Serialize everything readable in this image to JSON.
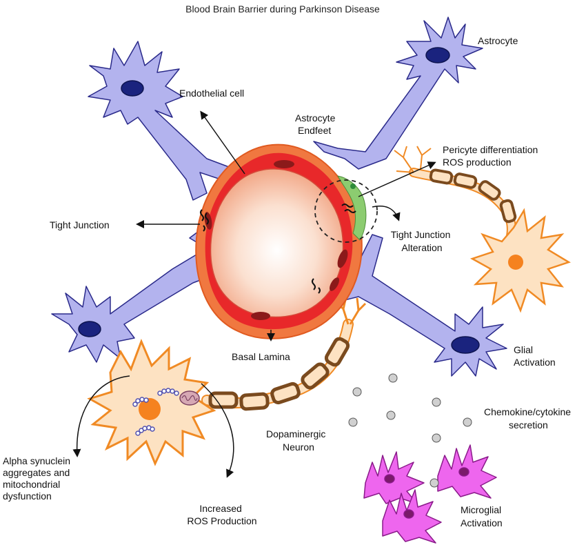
{
  "title": "Blood Brain Barrier during Parkinson Disease",
  "labels": {
    "astrocyte": "Astrocyte",
    "endothelial_cell": "Endothelial cell",
    "astrocyte_endfeet_1": "Astrocyte",
    "astrocyte_endfeet_2": "Endfeet",
    "pericyte_1": "Pericyte differentiation",
    "pericyte_2": "ROS production",
    "tight_junction": "Tight Junction",
    "tj_alteration_1": "Tight Junction",
    "tj_alteration_2": "Alteration",
    "basal_lamina": "Basal Lamina",
    "glial_1": "Glial",
    "glial_2": "Activation",
    "chemokine_1": "Chemokine/cytokine",
    "chemokine_2": "secretion",
    "dopaminergic_1": "Dopaminergic",
    "dopaminergic_2": "Neuron",
    "alpha_1": "Alpha synuclein",
    "alpha_2": "aggregates and",
    "alpha_3": "mitochondrial",
    "alpha_4": "dysfunction",
    "ros_1": "Increased",
    "ros_2": "ROS Production",
    "microglial_1": "Microglial",
    "microglial_2": "Activation"
  },
  "colors": {
    "astrocyte_fill": "#b3b3ee",
    "astrocyte_nucleus": "#1a237e",
    "vessel_outer": "#f07840",
    "vessel_red": "#e8282a",
    "vessel_lumen": "#fbd8c6",
    "nucleus_dark": "#8b1a1a",
    "neuron_fill": "#fde2c2",
    "neuron_stroke": "#f08a24",
    "neuron_nucleus": "#f5821f",
    "myelin": "#7a4a1e",
    "microglia_fill": "#ee66ee",
    "microglia_nucleus": "#7a1a6a",
    "pericyte_green": "#8ccc70",
    "synuclein": "#7878d0"
  }
}
